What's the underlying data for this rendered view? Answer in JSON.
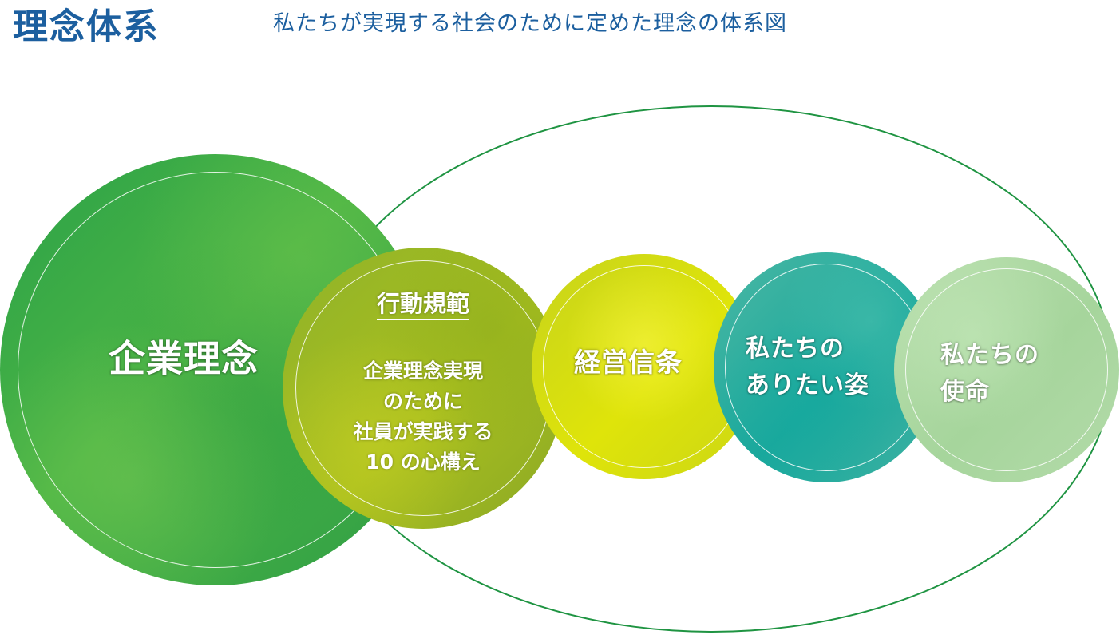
{
  "header": {
    "title": "理念体系",
    "subtitle": "私たちが実現する社会のために定めた理念の体系図"
  },
  "diagram": {
    "corporate_philosophy": {
      "label": "企業理念"
    },
    "code_of_conduct": {
      "heading": "行動規範",
      "lines": [
        "企業理念実現",
        "のために",
        "社員が実践する",
        "10 の心構え"
      ]
    },
    "management_creed": {
      "label": "経営信条"
    },
    "vision": {
      "lines": [
        "私たちの",
        "ありたい姿"
      ]
    },
    "mission": {
      "lines": [
        "私たちの",
        "使命"
      ]
    }
  },
  "colors": {
    "title_blue": "#1c5f9f",
    "ellipse_green": "#1f9442",
    "main_green": "#3aa947",
    "olive": "#a0b923",
    "yellow_green": "#d8de10",
    "teal": "#2ab0a0",
    "light_green": "#b0d9a5"
  }
}
